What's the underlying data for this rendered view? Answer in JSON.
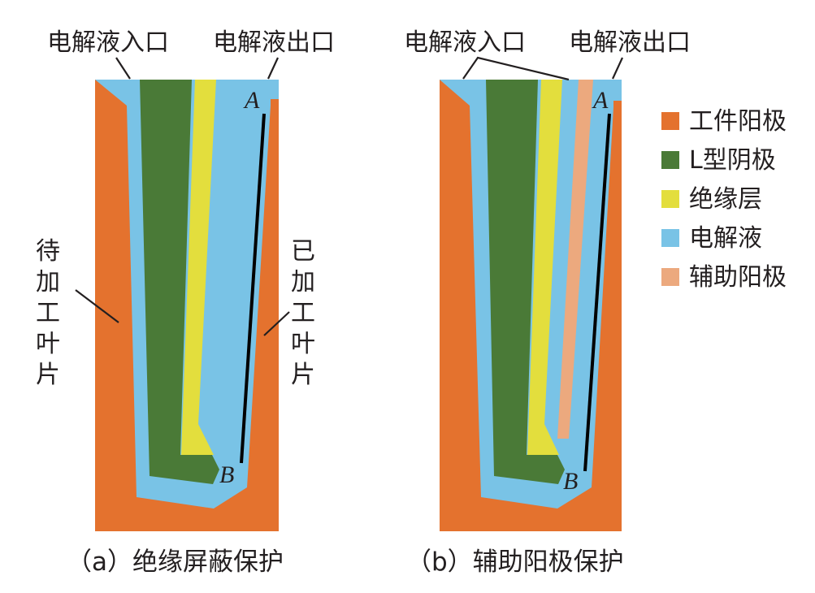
{
  "colors": {
    "workpiece_anode": "#e4722e",
    "l_cathode": "#4a7a37",
    "insulation": "#e3de3d",
    "electrolyte": "#79c3e6",
    "auxiliary_anode": "#eca97e",
    "edge_line": "#000000",
    "text": "#231f20"
  },
  "panel_a": {
    "inlet": "电解液入口",
    "outlet": "电解液出口",
    "point_a": "A",
    "point_b": "B",
    "left_label": [
      "待",
      "加",
      "工",
      "叶",
      "片"
    ],
    "right_label": [
      "已",
      "加",
      "工",
      "叶",
      "片"
    ],
    "caption": "（a）绝缘屏蔽保护"
  },
  "panel_b": {
    "inlet": "电解液入口",
    "outlet": "电解液出口",
    "point_a": "A",
    "point_b": "B",
    "caption": "（b）辅助阳极保护"
  },
  "legend": [
    {
      "label": "工件阳极",
      "color_key": "workpiece_anode"
    },
    {
      "label": "L型阴极",
      "color_key": "l_cathode"
    },
    {
      "label": "绝缘层",
      "color_key": "insulation"
    },
    {
      "label": "电解液",
      "color_key": "electrolyte"
    },
    {
      "label": "辅助阳极",
      "color_key": "auxiliary_anode"
    }
  ]
}
